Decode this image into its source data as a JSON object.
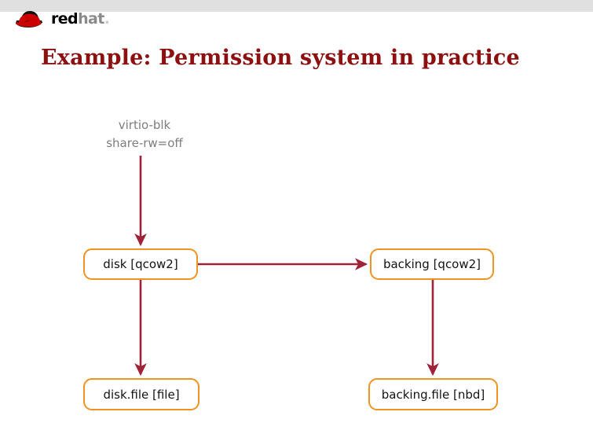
{
  "header": {
    "logo": {
      "icon": "redhat-fedora-icon",
      "word_bold": "red",
      "word_light": "hat",
      "trademark": "."
    }
  },
  "slide": {
    "title": "Example: Permission system in practice",
    "title_color": "#8c1010"
  },
  "diagram": {
    "caption": {
      "line1": "virtio-blk",
      "line2": "share-rw=off",
      "color": "#7d7d7d"
    },
    "node_border_color": "#ef9420",
    "edge_color": "#9e2238",
    "nodes": [
      {
        "id": "disk",
        "label": "disk [qcow2]"
      },
      {
        "id": "backing",
        "label": "backing [qcow2]"
      },
      {
        "id": "disk-file",
        "label": "disk.file [file]"
      },
      {
        "id": "backing-file",
        "label": "backing.file [nbd]"
      }
    ],
    "edges": [
      {
        "from": "virtio-blk-caption",
        "to": "disk",
        "direction": "down"
      },
      {
        "from": "disk",
        "to": "backing",
        "direction": "right"
      },
      {
        "from": "disk",
        "to": "disk-file",
        "direction": "down"
      },
      {
        "from": "backing",
        "to": "backing-file",
        "direction": "down"
      }
    ]
  }
}
